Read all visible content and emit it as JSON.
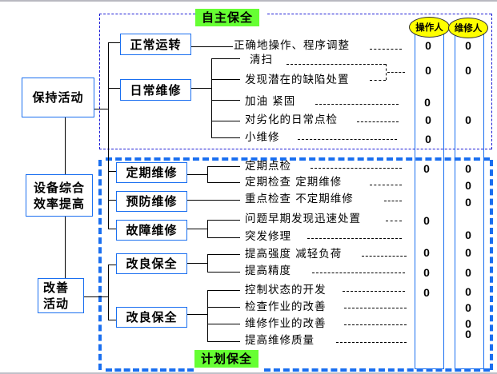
{
  "regions": {
    "autonomous": "自主保全",
    "planned": "计划保全"
  },
  "root": {
    "title": "设备综合\n效率提高",
    "line1": "设备综合",
    "line2": "效率提高"
  },
  "groups": {
    "maintain": "保持活动",
    "improve_line1": "改善",
    "improve_line2": "活动"
  },
  "categories": [
    {
      "label": "正常运转"
    },
    {
      "label": "日常维修"
    },
    {
      "label": "定期维修"
    },
    {
      "label": "预防维修"
    },
    {
      "label": "故障维修"
    },
    {
      "label": "改良保全"
    },
    {
      "label": "改良保全"
    }
  ],
  "columns": {
    "operator": "操作人",
    "maintainer": "维修人"
  },
  "items": [
    {
      "text": "正确地操作、程序调整",
      "operator": "0",
      "maintainer": "0"
    },
    {
      "text": "清扫",
      "operator": "0",
      "maintainer": "0"
    },
    {
      "text": "发现潜在的缺陷处置",
      "operator": "",
      "maintainer": ""
    },
    {
      "text": "加油  紧固",
      "operator": "0",
      "maintainer": ""
    },
    {
      "text": "对劣化的日常点检",
      "operator": "0",
      "maintainer": "0"
    },
    {
      "text": "小维修",
      "operator": "0",
      "maintainer": ""
    },
    {
      "text": "定期点检",
      "operator": "0",
      "maintainer": "0"
    },
    {
      "text": "定期检查   定期维修",
      "operator": "",
      "maintainer": "0"
    },
    {
      "text": "重点检查   不定期维修",
      "operator": "",
      "maintainer": "0"
    },
    {
      "text": "问题早期发现迅速处置",
      "operator": "0",
      "maintainer": ""
    },
    {
      "text": "突发修理",
      "operator": "",
      "maintainer": "0"
    },
    {
      "text": "提高强度  减轻负荷",
      "operator": "0",
      "maintainer": "0"
    },
    {
      "text": "提高精度",
      "operator": "0",
      "maintainer": "0"
    },
    {
      "text": "控制状态的开发",
      "operator": "0",
      "maintainer": "0"
    },
    {
      "text": "检查作业的改善",
      "operator": "",
      "maintainer": "0"
    },
    {
      "text": "维修作业的改善",
      "operator": "",
      "maintainer": "0"
    },
    {
      "text": "提高维修质量",
      "operator": "",
      "maintainer": "0"
    }
  ]
}
